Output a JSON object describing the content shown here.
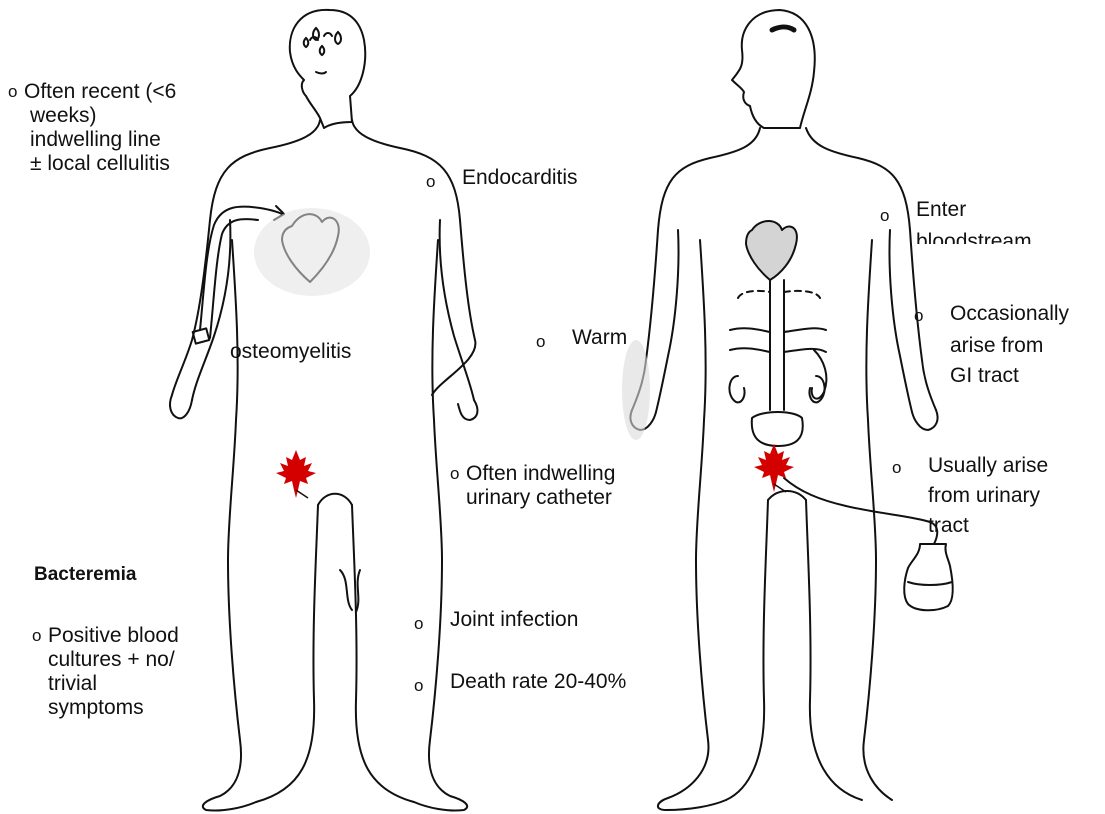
{
  "colors": {
    "ink": "#111111",
    "leaf": "#d40000",
    "shade": "#c8c8c8"
  },
  "bullet": "o",
  "left_panel": {
    "line_note": [
      "Often recent (<6",
      "weeks)",
      "indwelling line",
      "± local cellulitis"
    ],
    "endocarditis": "Endocarditis",
    "osteomyelitis": "osteomyelitis",
    "warm": "Warm",
    "catheter_note": [
      "Often indwelling",
      "urinary catheter"
    ],
    "bacteremia_title": "Bacteremia",
    "bacteremia_note": [
      "Positive blood",
      "cultures + no/",
      "trivial",
      "symptoms"
    ],
    "joint_infection": "Joint infection",
    "death_rate": "Death rate 20-40%"
  },
  "right_panel": {
    "enter": [
      "Enter",
      "bloodstream"
    ],
    "occasionally": [
      "Occasionally",
      "arise from",
      "GI tract"
    ],
    "usually": [
      "Usually arise",
      "from urinary",
      "tract"
    ]
  }
}
